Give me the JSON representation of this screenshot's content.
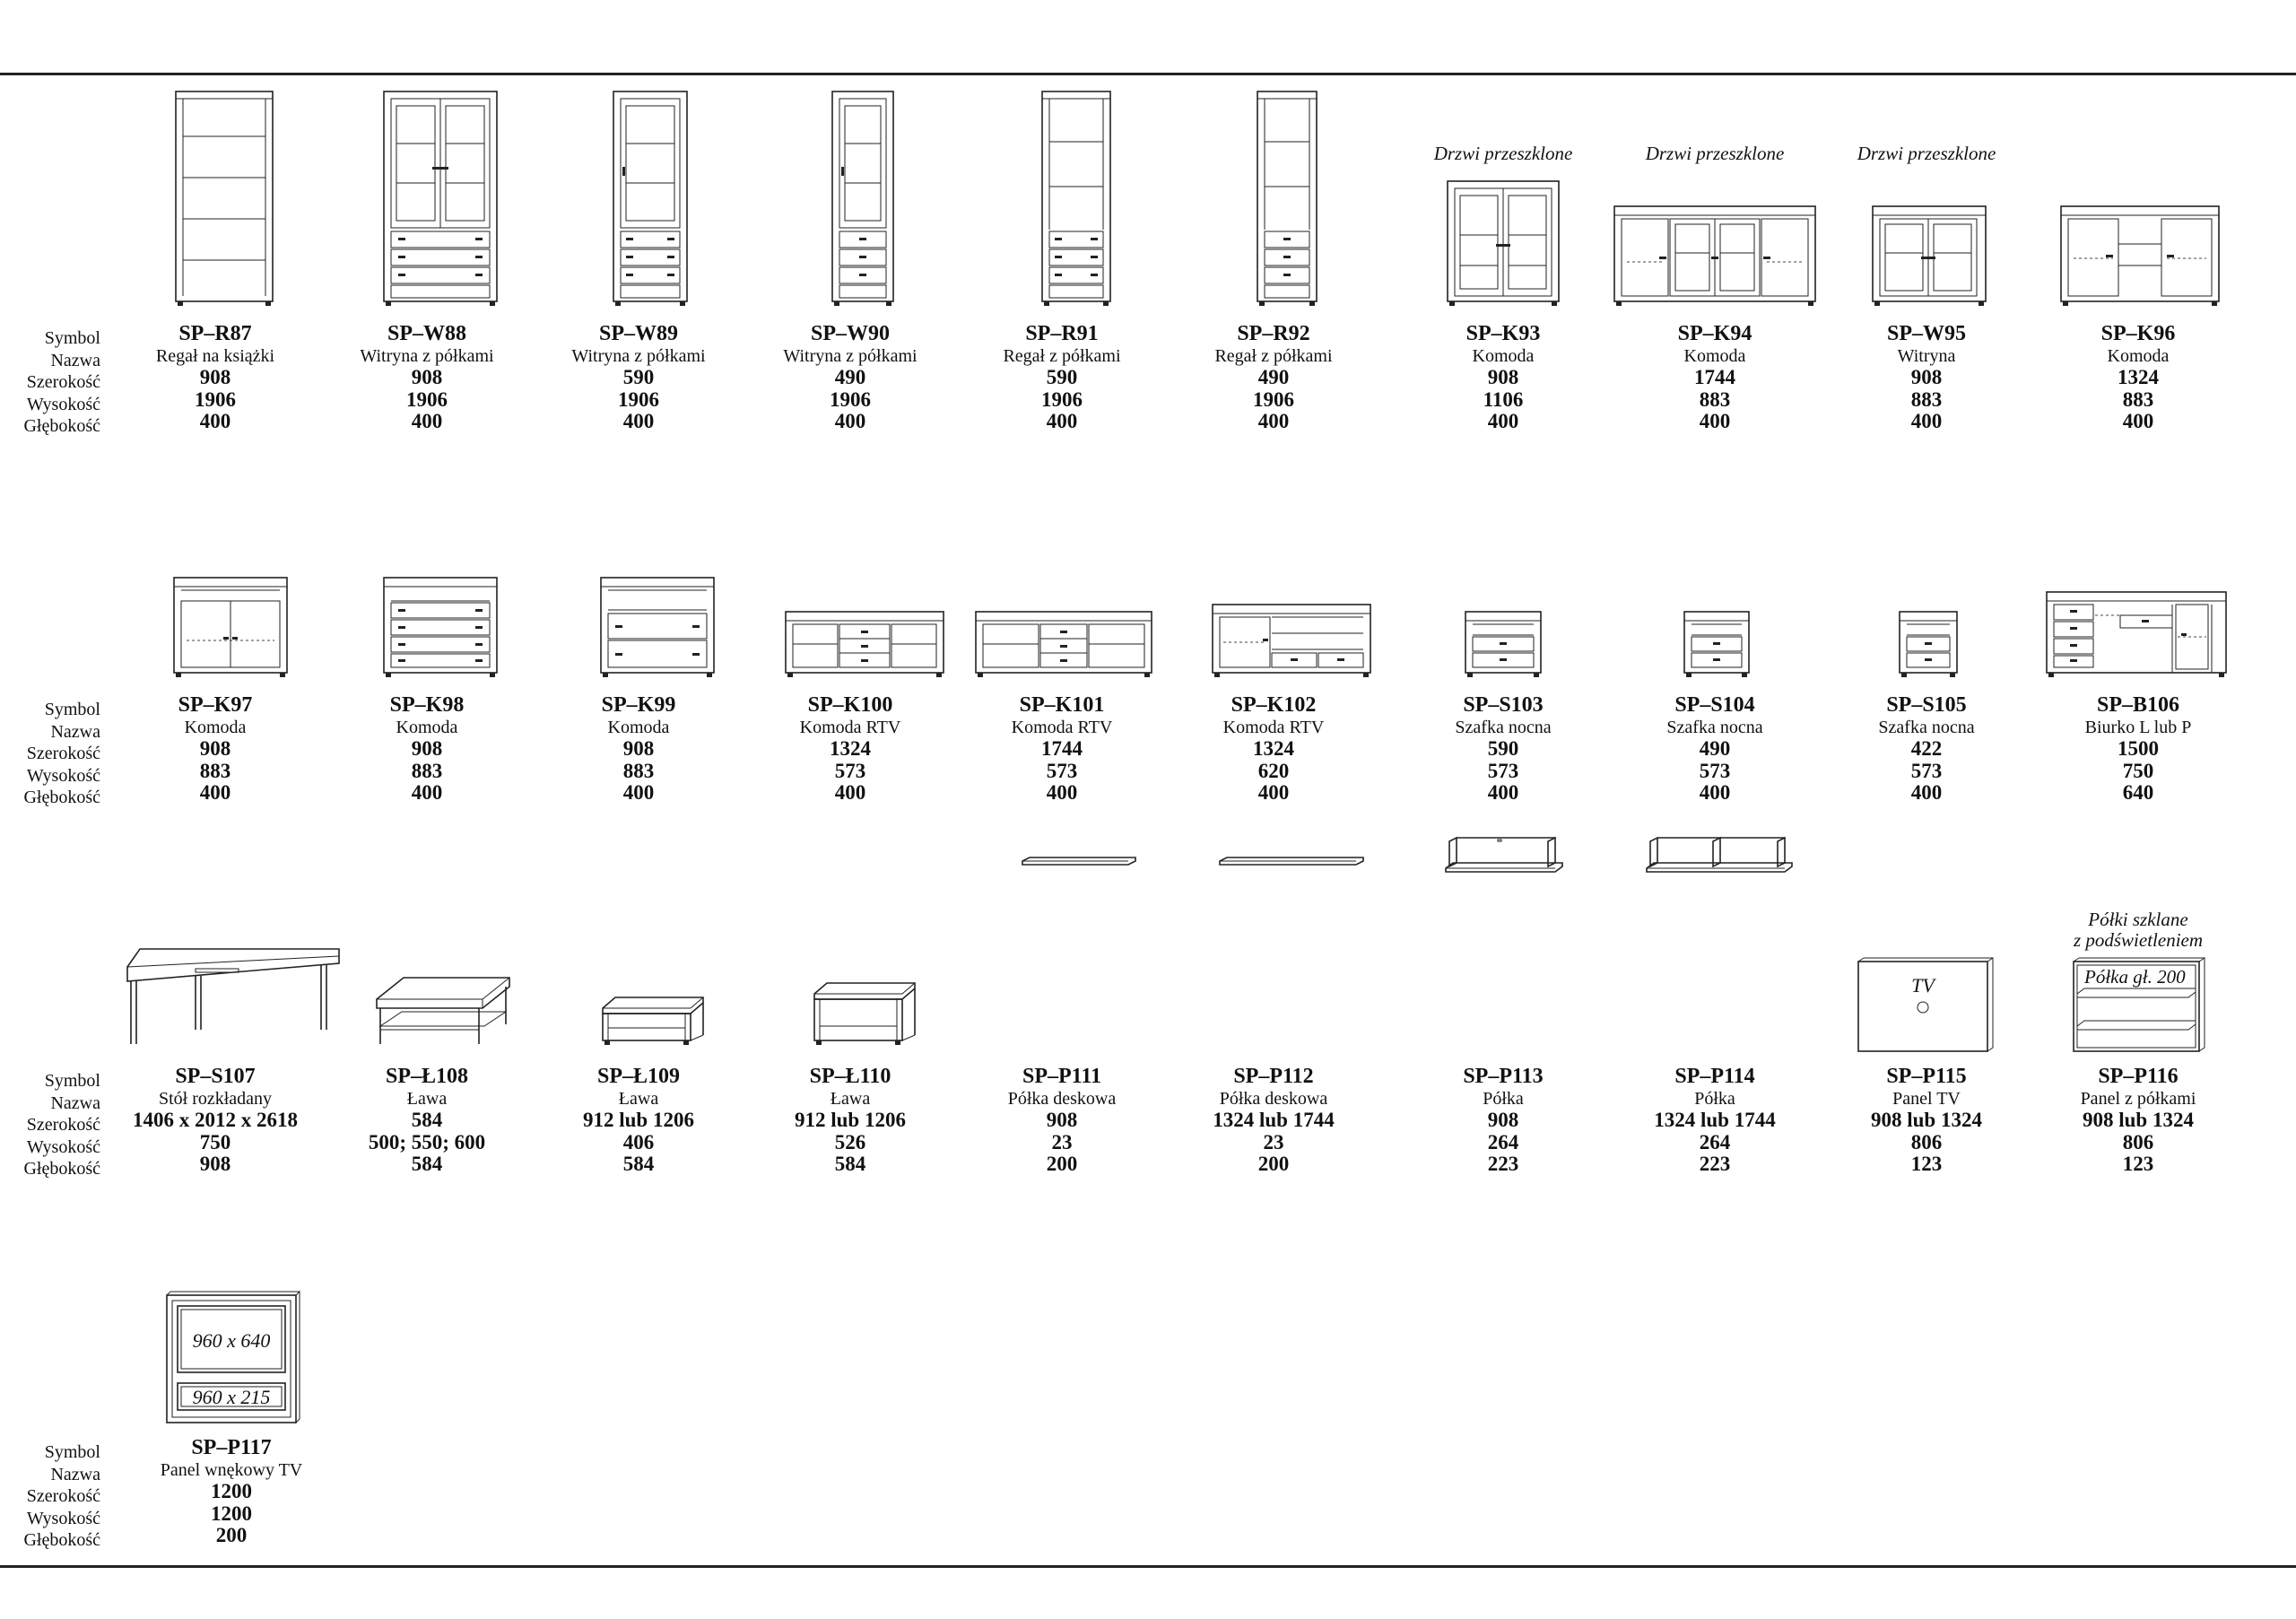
{
  "labels": {
    "symbol": "Symbol",
    "nazwa": "Nazwa",
    "szerokosc": "Szerokość",
    "wysokosc": "Wysokość",
    "glebokosc": "Głębokość"
  },
  "notes": {
    "drzwi": "Drzwi przeszklone",
    "polki_1": "Półki szklane",
    "polki_2": "z podświetleniem"
  },
  "figure_text": {
    "tv": "TV",
    "polka_gl": "Półka gł. 200",
    "dim_top": "960 x 640",
    "dim_bottom": "960 x 215"
  },
  "items": [
    {
      "symbol": "SP–R87",
      "nazwa": "Regał na książki",
      "szerokosc": "908",
      "wysokosc": "1906",
      "glebokosc": "400"
    },
    {
      "symbol": "SP–W88",
      "nazwa": "Witryna z półkami",
      "szerokosc": "908",
      "wysokosc": "1906",
      "glebokosc": "400"
    },
    {
      "symbol": "SP–W89",
      "nazwa": "Witryna z półkami",
      "szerokosc": "590",
      "wysokosc": "1906",
      "glebokosc": "400"
    },
    {
      "symbol": "SP–W90",
      "nazwa": "Witryna z półkami",
      "szerokosc": "490",
      "wysokosc": "1906",
      "glebokosc": "400"
    },
    {
      "symbol": "SP–R91",
      "nazwa": "Regał z półkami",
      "szerokosc": "590",
      "wysokosc": "1906",
      "glebokosc": "400"
    },
    {
      "symbol": "SP–R92",
      "nazwa": "Regał z półkami",
      "szerokosc": "490",
      "wysokosc": "1906",
      "glebokosc": "400"
    },
    {
      "symbol": "SP–K93",
      "nazwa": "Komoda",
      "szerokosc": "908",
      "wysokosc": "1106",
      "glebokosc": "400"
    },
    {
      "symbol": "SP–K94",
      "nazwa": "Komoda",
      "szerokosc": "1744",
      "wysokosc": "883",
      "glebokosc": "400"
    },
    {
      "symbol": "SP–W95",
      "nazwa": "Witryna",
      "szerokosc": "908",
      "wysokosc": "883",
      "glebokosc": "400"
    },
    {
      "symbol": "SP–K96",
      "nazwa": "Komoda",
      "szerokosc": "1324",
      "wysokosc": "883",
      "glebokosc": "400"
    },
    {
      "symbol": "SP–K97",
      "nazwa": "Komoda",
      "szerokosc": "908",
      "wysokosc": "883",
      "glebokosc": "400"
    },
    {
      "symbol": "SP–K98",
      "nazwa": "Komoda",
      "szerokosc": "908",
      "wysokosc": "883",
      "glebokosc": "400"
    },
    {
      "symbol": "SP–K99",
      "nazwa": "Komoda",
      "szerokosc": "908",
      "wysokosc": "883",
      "glebokosc": "400"
    },
    {
      "symbol": "SP–K100",
      "nazwa": "Komoda RTV",
      "szerokosc": "1324",
      "wysokosc": "573",
      "glebokosc": "400"
    },
    {
      "symbol": "SP–K101",
      "nazwa": "Komoda RTV",
      "szerokosc": "1744",
      "wysokosc": "573",
      "glebokosc": "400"
    },
    {
      "symbol": "SP–K102",
      "nazwa": "Komoda RTV",
      "szerokosc": "1324",
      "wysokosc": "620",
      "glebokosc": "400"
    },
    {
      "symbol": "SP–S103",
      "nazwa": "Szafka nocna",
      "szerokosc": "590",
      "wysokosc": "573",
      "glebokosc": "400"
    },
    {
      "symbol": "SP–S104",
      "nazwa": "Szafka nocna",
      "szerokosc": "490",
      "wysokosc": "573",
      "glebokosc": "400"
    },
    {
      "symbol": "SP–S105",
      "nazwa": "Szafka nocna",
      "szerokosc": "422",
      "wysokosc": "573",
      "glebokosc": "400"
    },
    {
      "symbol": "SP–B106",
      "nazwa": "Biurko L lub P",
      "szerokosc": "1500",
      "wysokosc": "750",
      "glebokosc": "640"
    },
    {
      "symbol": "SP–S107",
      "nazwa": "Stół rozkładany",
      "szerokosc": "1406 x 2012 x 2618",
      "wysokosc": "750",
      "glebokosc": "908"
    },
    {
      "symbol": "SP–Ł108",
      "nazwa": "Ława",
      "szerokosc": "584",
      "wysokosc": "500; 550; 600",
      "glebokosc": "584"
    },
    {
      "symbol": "SP–Ł109",
      "nazwa": "Ława",
      "szerokosc": "912 lub 1206",
      "wysokosc": "406",
      "glebokosc": "584"
    },
    {
      "symbol": "SP–Ł110",
      "nazwa": "Ława",
      "szerokosc": "912 lub 1206",
      "wysokosc": "526",
      "glebokosc": "584"
    },
    {
      "symbol": "SP–P111",
      "nazwa": "Półka deskowa",
      "szerokosc": "908",
      "wysokosc": "23",
      "glebokosc": "200"
    },
    {
      "symbol": "SP–P112",
      "nazwa": "Półka deskowa",
      "szerokosc": "1324 lub 1744",
      "wysokosc": "23",
      "glebokosc": "200"
    },
    {
      "symbol": "SP–P113",
      "nazwa": "Półka",
      "szerokosc": "908",
      "wysokosc": "264",
      "glebokosc": "223"
    },
    {
      "symbol": "SP–P114",
      "nazwa": "Półka",
      "szerokosc": "1324 lub 1744",
      "wysokosc": "264",
      "glebokosc": "223"
    },
    {
      "symbol": "SP–P115",
      "nazwa": "Panel TV",
      "szerokosc": "908 lub 1324",
      "wysokosc": "806",
      "glebokosc": "123"
    },
    {
      "symbol": "SP–P116",
      "nazwa": "Panel z półkami",
      "szerokosc": "908 lub 1324",
      "wysokosc": "806",
      "glebokosc": "123"
    },
    {
      "symbol": "SP–P117",
      "nazwa": "Panel wnękowy TV",
      "szerokosc": "1200",
      "wysokosc": "1200",
      "glebokosc": "200"
    }
  ]
}
